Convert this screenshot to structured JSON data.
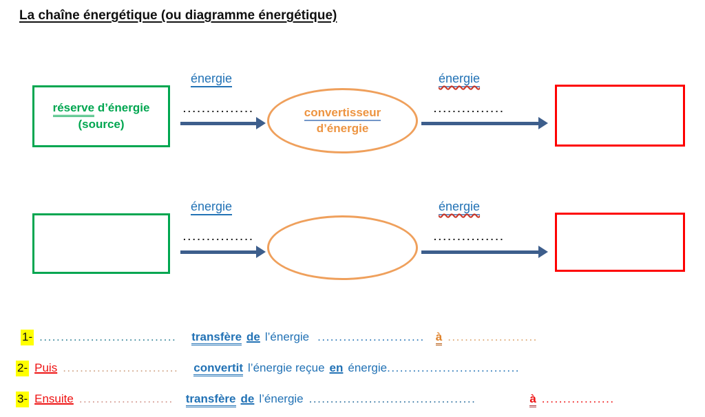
{
  "title": "La chaîne énergétique (ou diagramme énergétique)",
  "colors": {
    "source_green": "#00A650",
    "receiver_red": "#FE0000",
    "converter_orange": "#EFA05C",
    "arrow_blue": "#3D5E8C",
    "text_blue": "#2272B5",
    "highlight_yellow": "#FFFF00",
    "red_text": "#EE1111"
  },
  "diagram": {
    "row1": {
      "source_word_underlined": "réserve",
      "source_rest": " d’énergie",
      "source_line2": "(source)",
      "label_left": "énergie",
      "dots_left": "...............",
      "converter_word_underlined": "convertisseur",
      "converter_line2": "d’énergie",
      "label_right": "énergie",
      "dots_right": "..............."
    },
    "row2": {
      "label_left": "énergie",
      "dots_left": "...............",
      "label_right": "énergie",
      "dots_right": "..............."
    }
  },
  "sentences": {
    "s1": {
      "num": "1-",
      "dots1": "................................",
      "verb1": "transfère",
      "prep": "de",
      "obj": "l’énergie",
      "dots2": ".........................",
      "a": "à",
      "dots3": "....................."
    },
    "s2": {
      "num": "2-",
      "word": "Puis",
      "dots1": "...........................",
      "verb": "convertit",
      "mid": "l’énergie reçue",
      "en": "en",
      "end": "énergie",
      "dots2": "..............................."
    },
    "s3": {
      "num": "3-",
      "word": "Ensuite",
      "dots1": "......................",
      "verb1": "transfère",
      "prep": "de",
      "obj": "l’énergie",
      "dots2": ".......................................",
      "a": "à",
      "dots3": "................."
    }
  }
}
